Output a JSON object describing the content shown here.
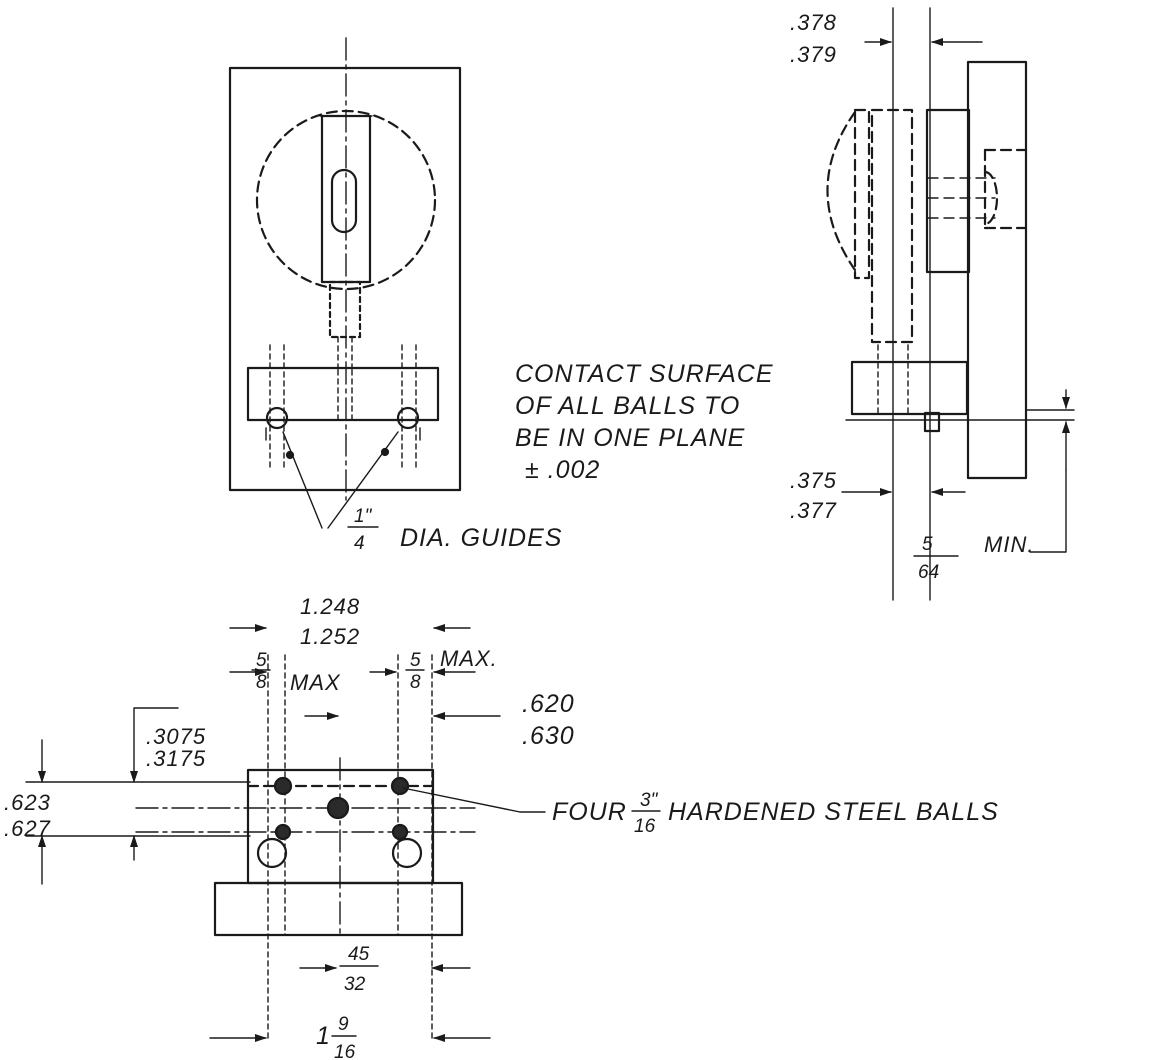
{
  "notes": {
    "contact_line1": "CONTACT SURFACE",
    "contact_line2": "OF ALL BALLS TO",
    "contact_line3": "BE IN ONE PLANE",
    "contact_line4": "± .002",
    "guides_num": "1\"",
    "guides_den": "4",
    "guides_text": "DIA. GUIDES",
    "balls_prefix": "FOUR",
    "balls_num": "3\"",
    "balls_den": "16",
    "balls_text": "HARDENED STEEL BALLS"
  },
  "dimensions": {
    "top_upper": ".378",
    "top_lower": ".379",
    "mid_upper": ".375",
    "mid_lower": ".377",
    "min_num": "5",
    "min_den": "64",
    "min_text": "MIN.",
    "spacing_upper": "1.248",
    "spacing_lower": "1.252",
    "left_max_num": "5",
    "left_max_den": "8",
    "left_max_text": "MAX",
    "right_max_num": "5",
    "right_max_den": "8",
    "right_max_text": "MAX.",
    "offset_upper": ".620",
    "offset_lower": ".630",
    "row_upper": ".3075",
    "row_lower": ".3175",
    "height_upper": ".623",
    "height_lower": ".627",
    "center_num": "45",
    "center_den": "32",
    "width_whole": "1",
    "width_num": "9",
    "width_den": "16"
  }
}
